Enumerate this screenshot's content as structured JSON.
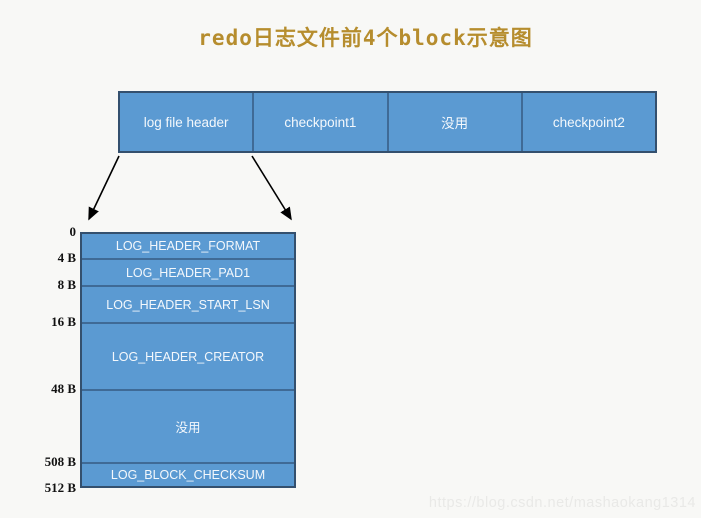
{
  "title": "redo日志文件前4个block示意图",
  "top_bar": {
    "cells": [
      {
        "label": "log file header"
      },
      {
        "label": "checkpoint1"
      },
      {
        "label": "没用"
      },
      {
        "label": "checkpoint2"
      }
    ]
  },
  "stack": {
    "rows": [
      {
        "offset": "0",
        "label": "LOG_HEADER_FORMAT"
      },
      {
        "offset": "4 B",
        "label": "LOG_HEADER_PAD1"
      },
      {
        "offset": "8 B",
        "label": "LOG_HEADER_START_LSN"
      },
      {
        "offset": "16 B",
        "label": "LOG_HEADER_CREATOR"
      },
      {
        "offset": "48 B",
        "label": "没用"
      },
      {
        "offset": "508 B",
        "label": "LOG_BLOCK_CHECKSUM"
      }
    ],
    "end_offset": "512 B"
  },
  "watermark": "https://blog.csdn.net/mashaokang1314",
  "colors": {
    "block_fill": "#5b9ad2",
    "block_border_outer": "#34506e",
    "block_border_inner": "#3f6a96",
    "title_text": "#b68d2e",
    "background": "#f8f8f6",
    "watermark_text": "#e9e9e7",
    "block_label_text": "#f4f8fc",
    "offset_label_text": "#111111"
  }
}
